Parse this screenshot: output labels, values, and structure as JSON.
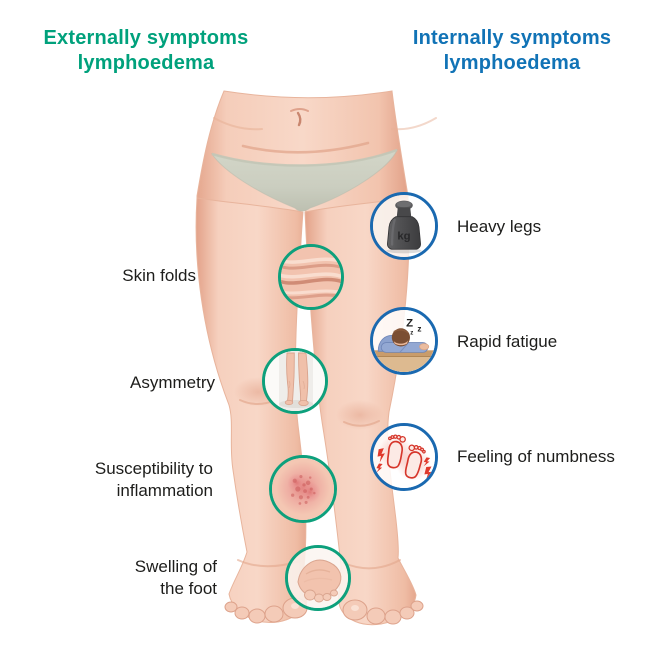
{
  "headings": {
    "external": {
      "label": "Externally symptoms lymphoedema",
      "lines": [
        "Externally symptoms",
        "lymphoedema"
      ],
      "color": "#00A17C"
    },
    "internal": {
      "label": "Internally symptoms lymphoedema",
      "lines": [
        "Internally symptoms",
        "lymphoedema"
      ],
      "color": "#1173B6"
    }
  },
  "external_symptoms": [
    {
      "label": "Skin folds",
      "marker": "skin-folds-circle"
    },
    {
      "label": "Asymmetry",
      "marker": "asymmetry-circle"
    },
    {
      "label": "Susceptibility to inflammation",
      "lines": [
        "Susceptibility to",
        "inflammation"
      ],
      "marker": "inflammation-circle"
    },
    {
      "label": "Swelling of the foot",
      "lines": [
        "Swelling of",
        "the foot"
      ],
      "marker": "swollen-foot-circle"
    }
  ],
  "internal_symptoms": [
    {
      "label": "Heavy legs",
      "icon": "weight-icon",
      "icon_text": "kg"
    },
    {
      "label": "Rapid fatigue",
      "icon": "sleeping-person-icon",
      "zzz": [
        "Z",
        "z",
        "z"
      ]
    },
    {
      "label": "Feeling of numbness",
      "icon": "numb-feet-icon"
    }
  ],
  "colors": {
    "external_accent": "#0DA07C",
    "internal_accent": "#1A69B0",
    "label_text": "#1D1D1B",
    "skin": "#F4C9B6",
    "skin_shadow": "#E2A58C",
    "underwear": "#CDD0C2",
    "inflammation_red": "#CC5353",
    "numbness_red": "#D6362B",
    "weight_gray": "#4A4A4C"
  }
}
